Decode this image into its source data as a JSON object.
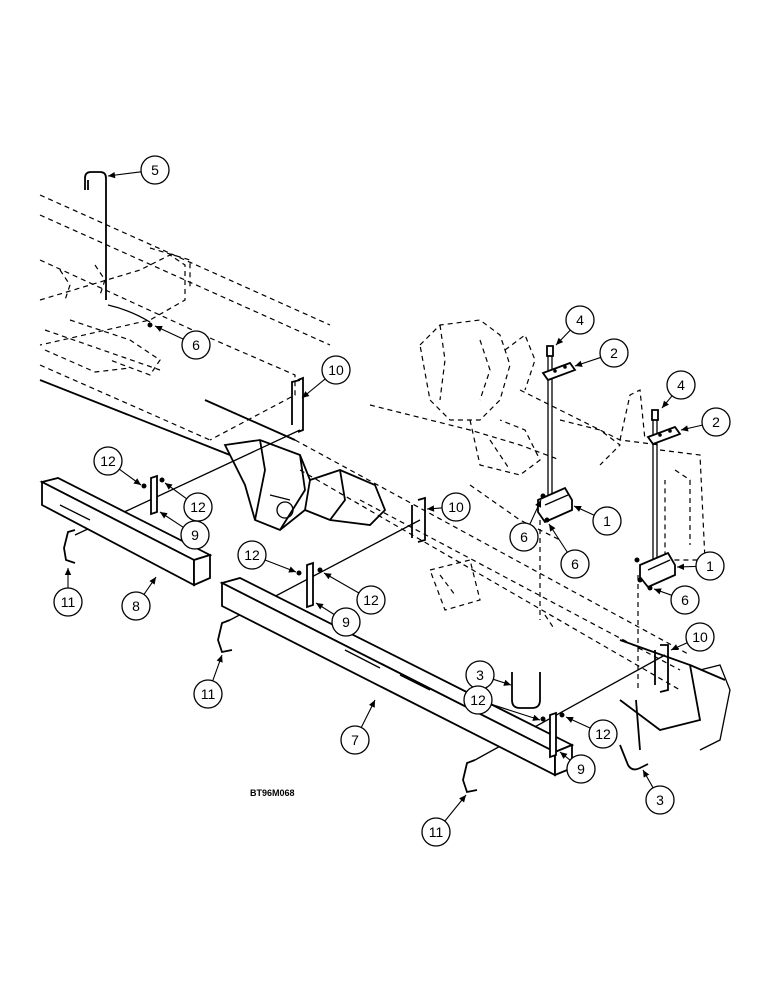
{
  "drawing_code": "BT96M068",
  "callouts": [
    {
      "id": "c5",
      "label": "5"
    },
    {
      "id": "c6a",
      "label": "6"
    },
    {
      "id": "c10a",
      "label": "10"
    },
    {
      "id": "c4a",
      "label": "4"
    },
    {
      "id": "c2a",
      "label": "2"
    },
    {
      "id": "c4b",
      "label": "4"
    },
    {
      "id": "c2b",
      "label": "2"
    },
    {
      "id": "c12a",
      "label": "12"
    },
    {
      "id": "c12b",
      "label": "12"
    },
    {
      "id": "c9a",
      "label": "9"
    },
    {
      "id": "c10b",
      "label": "10"
    },
    {
      "id": "c6b",
      "label": "6"
    },
    {
      "id": "c1a",
      "label": "1"
    },
    {
      "id": "c6c",
      "label": "6"
    },
    {
      "id": "c1b",
      "label": "1"
    },
    {
      "id": "c6d",
      "label": "6"
    },
    {
      "id": "c12c",
      "label": "12"
    },
    {
      "id": "c12d",
      "label": "12"
    },
    {
      "id": "c9b",
      "label": "9"
    },
    {
      "id": "c11a",
      "label": "11"
    },
    {
      "id": "c8",
      "label": "8"
    },
    {
      "id": "c11b",
      "label": "11"
    },
    {
      "id": "c10c",
      "label": "10"
    },
    {
      "id": "c3a",
      "label": "3"
    },
    {
      "id": "c12e",
      "label": "12"
    },
    {
      "id": "c12f",
      "label": "12"
    },
    {
      "id": "c7",
      "label": "7"
    },
    {
      "id": "c9c",
      "label": "9"
    },
    {
      "id": "c3b",
      "label": "3"
    },
    {
      "id": "c11c",
      "label": "11"
    }
  ]
}
